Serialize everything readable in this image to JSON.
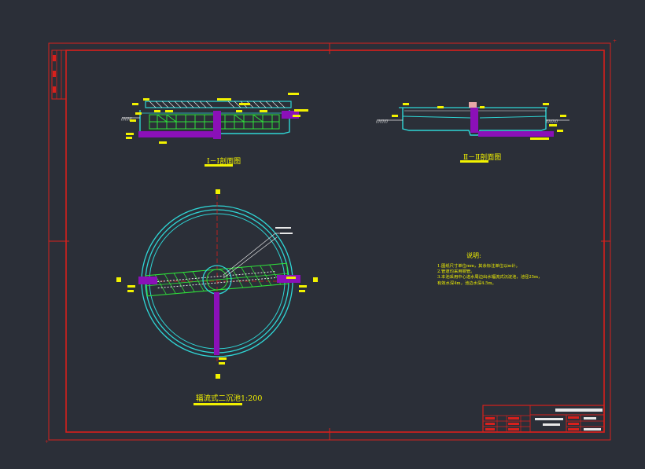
{
  "sections": {
    "section1_title": "Ⅰ－Ⅰ剖面图",
    "section2_title": "Ⅱ－Ⅱ剖面图"
  },
  "plan": {
    "title": "辐流式二沉池1:200"
  },
  "notes": {
    "heading": "说明:",
    "line1": "1.图纸尺寸单位mm，其余标注单位以m计。",
    "line2": "2.管道均采用钢管。",
    "line3": "3.本池采用中心进水周边出水辐流式沉淀池，池径25m，",
    "line4": "  有效水深4m，池边水深4.5m。"
  },
  "colors": {
    "frame": "#d8201c",
    "cyan": "#2fd6d6",
    "green": "#2fe03a",
    "purple": "#8b10b8",
    "yellow": "#f2f200",
    "white": "#e8e8e8"
  }
}
